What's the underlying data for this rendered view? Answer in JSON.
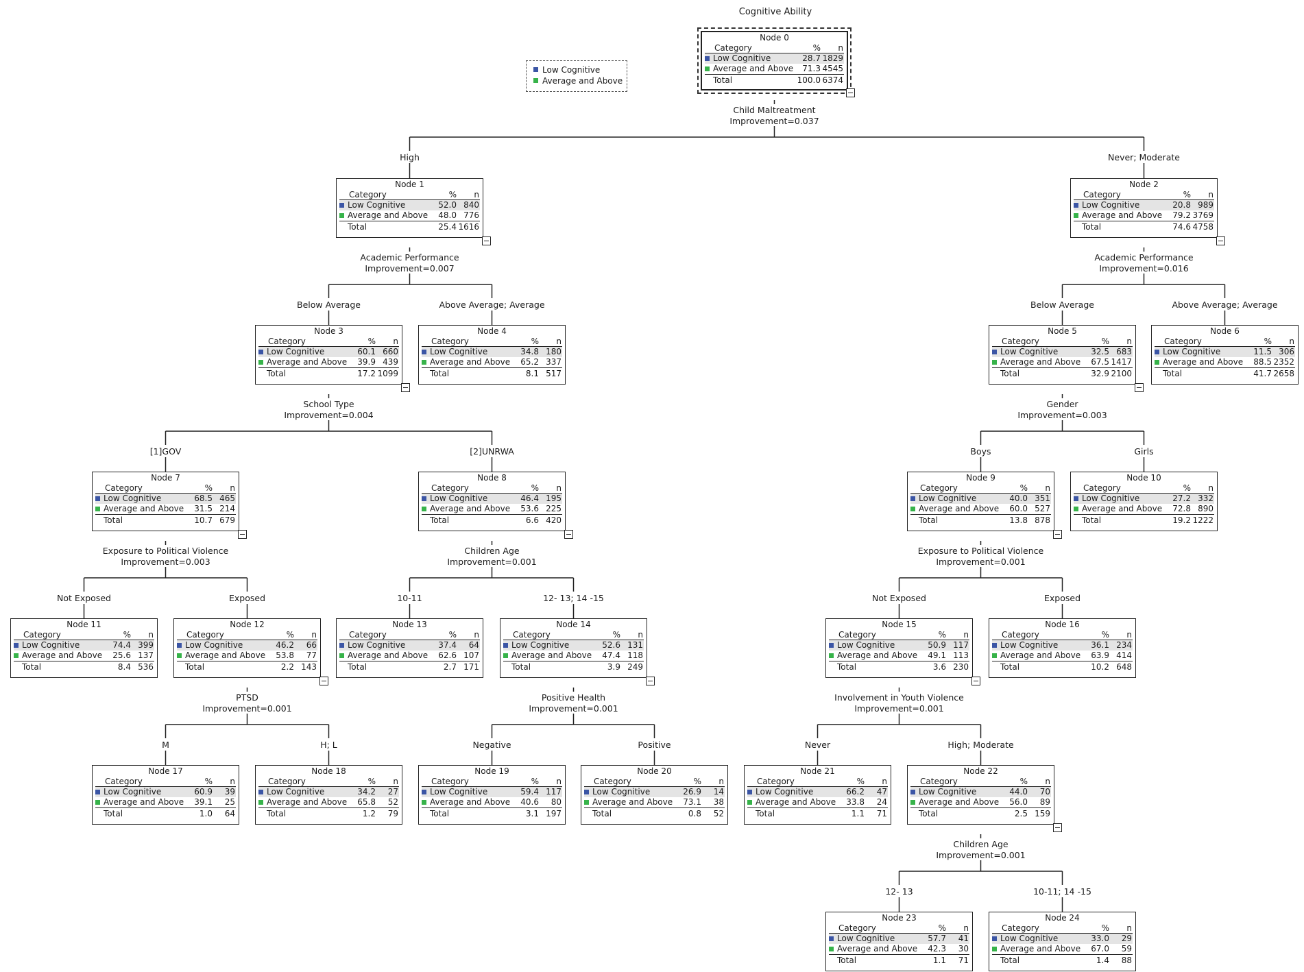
{
  "title": "Cognitive Ability",
  "legend": {
    "low": "Low Cognitive",
    "avg": "Average and Above"
  },
  "header": {
    "category": "Category",
    "pct": "%",
    "n": "n"
  },
  "row_labels": {
    "low": "Low Cognitive",
    "avg": "Average and Above",
    "total": "Total"
  },
  "colors": {
    "low": "#3b55a5",
    "avg": "#37b34a"
  },
  "nodes": {
    "n0": {
      "title": "Node 0",
      "low_pct": "28.7",
      "low_n": "1829",
      "avg_pct": "71.3",
      "avg_n": "4545",
      "tot_pct": "100.0",
      "tot_n": "6374"
    },
    "n1": {
      "title": "Node 1",
      "low_pct": "52.0",
      "low_n": "840",
      "avg_pct": "48.0",
      "avg_n": "776",
      "tot_pct": "25.4",
      "tot_n": "1616"
    },
    "n2": {
      "title": "Node 2",
      "low_pct": "20.8",
      "low_n": "989",
      "avg_pct": "79.2",
      "avg_n": "3769",
      "tot_pct": "74.6",
      "tot_n": "4758"
    },
    "n3": {
      "title": "Node 3",
      "low_pct": "60.1",
      "low_n": "660",
      "avg_pct": "39.9",
      "avg_n": "439",
      "tot_pct": "17.2",
      "tot_n": "1099"
    },
    "n4": {
      "title": "Node 4",
      "low_pct": "34.8",
      "low_n": "180",
      "avg_pct": "65.2",
      "avg_n": "337",
      "tot_pct": "8.1",
      "tot_n": "517"
    },
    "n5": {
      "title": "Node 5",
      "low_pct": "32.5",
      "low_n": "683",
      "avg_pct": "67.5",
      "avg_n": "1417",
      "tot_pct": "32.9",
      "tot_n": "2100"
    },
    "n6": {
      "title": "Node 6",
      "low_pct": "11.5",
      "low_n": "306",
      "avg_pct": "88.5",
      "avg_n": "2352",
      "tot_pct": "41.7",
      "tot_n": "2658"
    },
    "n7": {
      "title": "Node 7",
      "low_pct": "68.5",
      "low_n": "465",
      "avg_pct": "31.5",
      "avg_n": "214",
      "tot_pct": "10.7",
      "tot_n": "679"
    },
    "n8": {
      "title": "Node 8",
      "low_pct": "46.4",
      "low_n": "195",
      "avg_pct": "53.6",
      "avg_n": "225",
      "tot_pct": "6.6",
      "tot_n": "420"
    },
    "n9": {
      "title": "Node 9",
      "low_pct": "40.0",
      "low_n": "351",
      "avg_pct": "60.0",
      "avg_n": "527",
      "tot_pct": "13.8",
      "tot_n": "878"
    },
    "n10": {
      "title": "Node 10",
      "low_pct": "27.2",
      "low_n": "332",
      "avg_pct": "72.8",
      "avg_n": "890",
      "tot_pct": "19.2",
      "tot_n": "1222"
    },
    "n11": {
      "title": "Node 11",
      "low_pct": "74.4",
      "low_n": "399",
      "avg_pct": "25.6",
      "avg_n": "137",
      "tot_pct": "8.4",
      "tot_n": "536"
    },
    "n12": {
      "title": "Node 12",
      "low_pct": "46.2",
      "low_n": "66",
      "avg_pct": "53.8",
      "avg_n": "77",
      "tot_pct": "2.2",
      "tot_n": "143"
    },
    "n13": {
      "title": "Node 13",
      "low_pct": "37.4",
      "low_n": "64",
      "avg_pct": "62.6",
      "avg_n": "107",
      "tot_pct": "2.7",
      "tot_n": "171"
    },
    "n14": {
      "title": "Node 14",
      "low_pct": "52.6",
      "low_n": "131",
      "avg_pct": "47.4",
      "avg_n": "118",
      "tot_pct": "3.9",
      "tot_n": "249"
    },
    "n15": {
      "title": "Node 15",
      "low_pct": "50.9",
      "low_n": "117",
      "avg_pct": "49.1",
      "avg_n": "113",
      "tot_pct": "3.6",
      "tot_n": "230"
    },
    "n16": {
      "title": "Node 16",
      "low_pct": "36.1",
      "low_n": "234",
      "avg_pct": "63.9",
      "avg_n": "414",
      "tot_pct": "10.2",
      "tot_n": "648"
    },
    "n17": {
      "title": "Node 17",
      "low_pct": "60.9",
      "low_n": "39",
      "avg_pct": "39.1",
      "avg_n": "25",
      "tot_pct": "1.0",
      "tot_n": "64"
    },
    "n18": {
      "title": "Node 18",
      "low_pct": "34.2",
      "low_n": "27",
      "avg_pct": "65.8",
      "avg_n": "52",
      "tot_pct": "1.2",
      "tot_n": "79"
    },
    "n19": {
      "title": "Node 19",
      "low_pct": "59.4",
      "low_n": "117",
      "avg_pct": "40.6",
      "avg_n": "80",
      "tot_pct": "3.1",
      "tot_n": "197"
    },
    "n20": {
      "title": "Node 20",
      "low_pct": "26.9",
      "low_n": "14",
      "avg_pct": "73.1",
      "avg_n": "38",
      "tot_pct": "0.8",
      "tot_n": "52"
    },
    "n21": {
      "title": "Node 21",
      "low_pct": "66.2",
      "low_n": "47",
      "avg_pct": "33.8",
      "avg_n": "24",
      "tot_pct": "1.1",
      "tot_n": "71"
    },
    "n22": {
      "title": "Node 22",
      "low_pct": "44.0",
      "low_n": "70",
      "avg_pct": "56.0",
      "avg_n": "89",
      "tot_pct": "2.5",
      "tot_n": "159"
    },
    "n23": {
      "title": "Node 23",
      "low_pct": "57.7",
      "low_n": "41",
      "avg_pct": "42.3",
      "avg_n": "30",
      "tot_pct": "1.1",
      "tot_n": "71"
    },
    "n24": {
      "title": "Node 24",
      "low_pct": "33.0",
      "low_n": "29",
      "avg_pct": "67.0",
      "avg_n": "59",
      "tot_pct": "1.4",
      "tot_n": "88"
    }
  },
  "splits": {
    "s0": {
      "variable": "Child Maltreatment",
      "improvement": "Improvement=0.037"
    },
    "s1": {
      "variable": "Academic Performance",
      "improvement": "Improvement=0.007"
    },
    "s2": {
      "variable": "Academic Performance",
      "improvement": "Improvement=0.016"
    },
    "s3": {
      "variable": "School Type",
      "improvement": "Improvement=0.004"
    },
    "s5": {
      "variable": "Gender",
      "improvement": "Improvement=0.003"
    },
    "s7": {
      "variable": "Exposure to Political Violence",
      "improvement": "Improvement=0.003"
    },
    "s8": {
      "variable": "Children Age",
      "improvement": "Improvement=0.001"
    },
    "s9": {
      "variable": "Exposure to Political Violence",
      "improvement": "Improvement=0.001"
    },
    "s12": {
      "variable": "PTSD",
      "improvement": "Improvement=0.001"
    },
    "s14": {
      "variable": "Positive Health",
      "improvement": "Improvement=0.001"
    },
    "s15": {
      "variable": "Involvement in Youth Violence",
      "improvement": "Improvement=0.001"
    },
    "s22": {
      "variable": "Children Age",
      "improvement": "Improvement=0.001"
    }
  },
  "edges": {
    "e1": "High",
    "e2": "Never; Moderate",
    "e3": "Below Average",
    "e4": "Above Average; Average",
    "e5": "Below Average",
    "e6": "Above Average; Average",
    "e7": "[1]GOV",
    "e8": "[2]UNRWA",
    "e9": "Boys",
    "e10": "Girls",
    "e11": "Not Exposed",
    "e12": "Exposed",
    "e13": "10-11",
    "e14": "12- 13; 14 -15",
    "e15": "Not Exposed",
    "e16": "Exposed",
    "e17": "M",
    "e18": "H; L",
    "e19": "Negative",
    "e20": "Positive",
    "e21": "Never",
    "e22": "High; Moderate",
    "e23": "12- 13",
    "e24": "10-11; 14 -15"
  }
}
